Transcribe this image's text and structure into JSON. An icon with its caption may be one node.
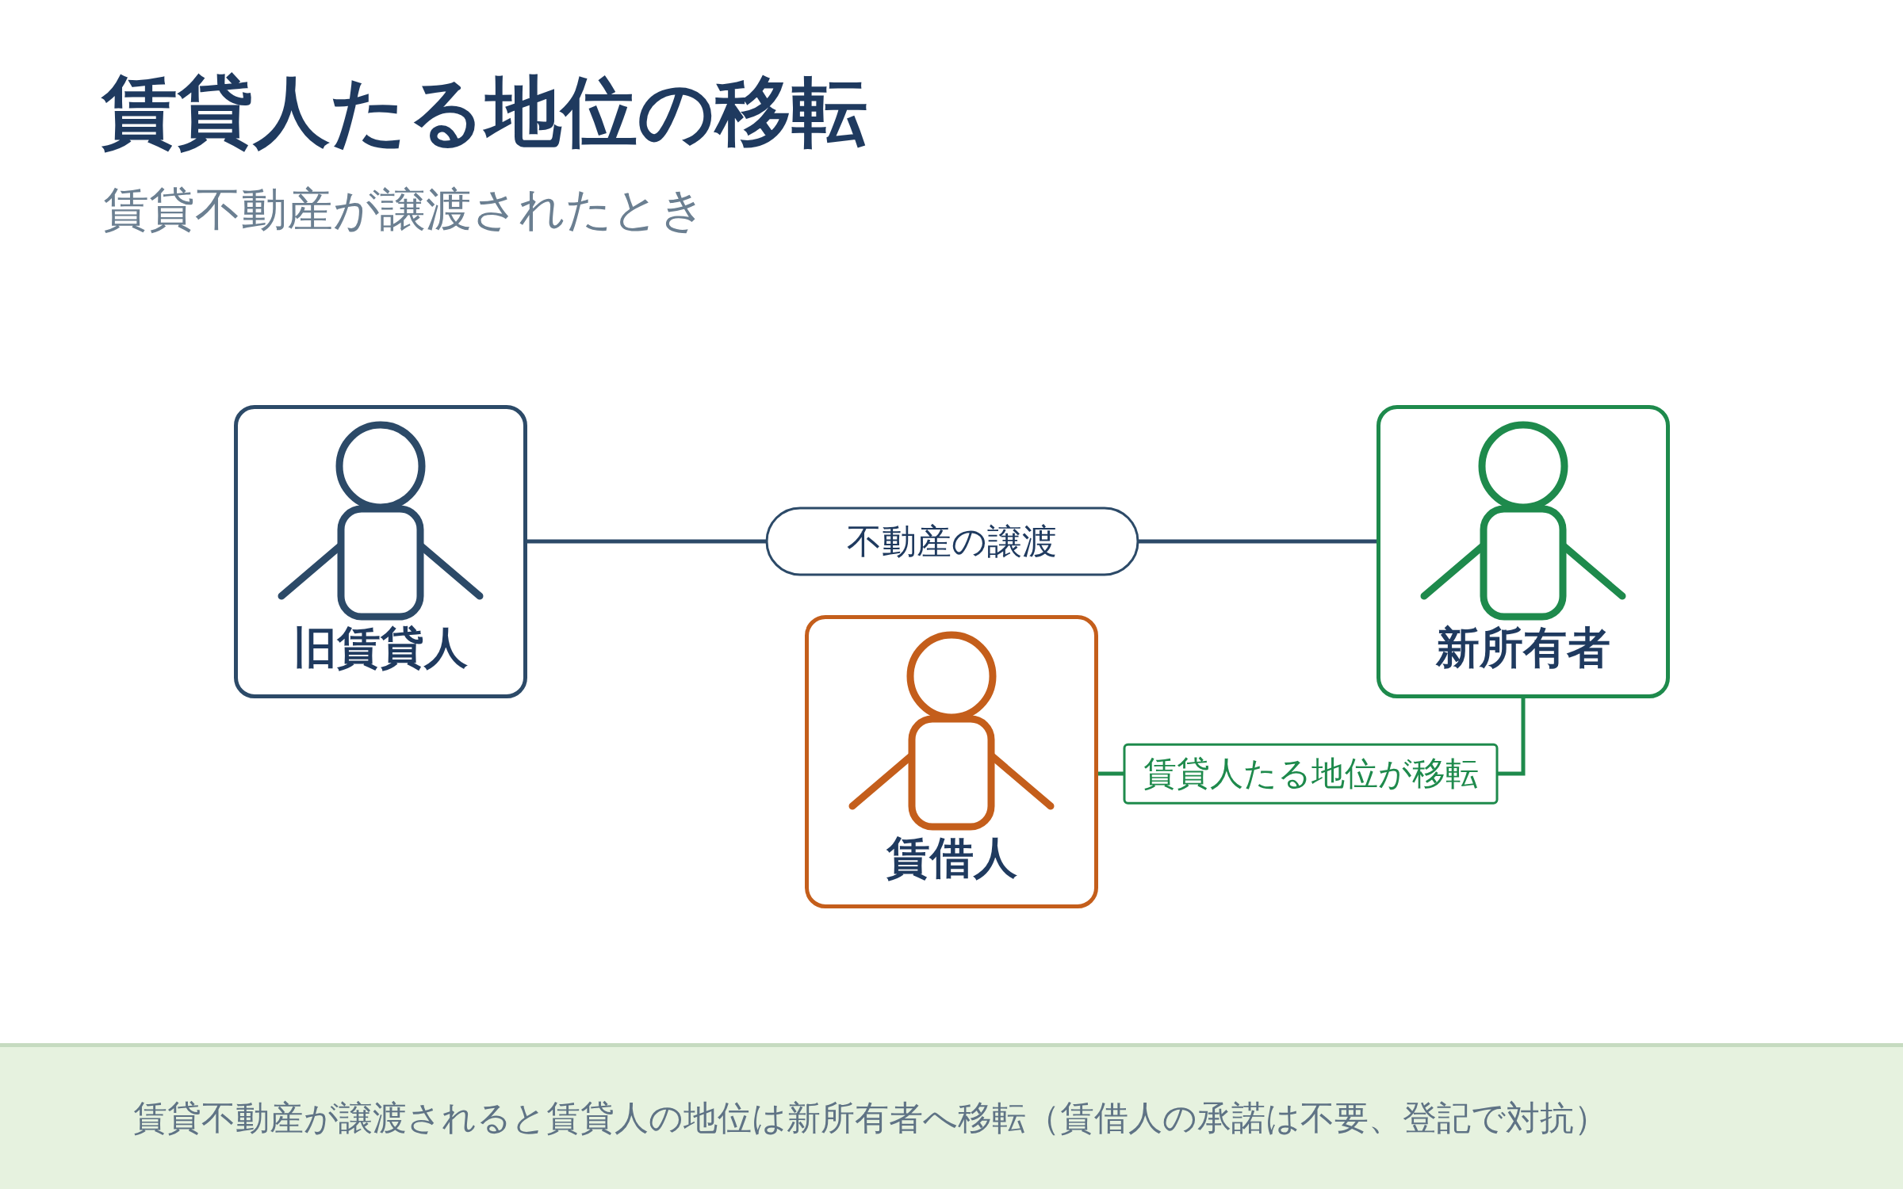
{
  "diagram": {
    "title": "賃貸人たる地位の移転",
    "nodes": [
      {
        "text": [
          "旧賃貸人"
        ]
      },
      {
        "text": [
          "新所有者"
        ]
      },
      {
        "text": [
          "賃借人"
        ]
      },
      {
        "text": [
          "賃貸不動産が譲渡されると賃貸人の地位は新所有者へ移転（賃借人の承諾は不要、登記で対抗）"
        ]
      }
    ],
    "edges": [
      {
        "from": 0,
        "to": 1,
        "arrow": "none",
        "label": "不動産の譲渡"
      },
      {
        "from": 2,
        "to": 1,
        "arrow": "none",
        "label": "賃貸人たる地位が移転",
        "color": "#1e8a4c"
      }
    ],
    "labels": [
      "賃貸不動産が譲渡されたとき"
    ]
  }
}
